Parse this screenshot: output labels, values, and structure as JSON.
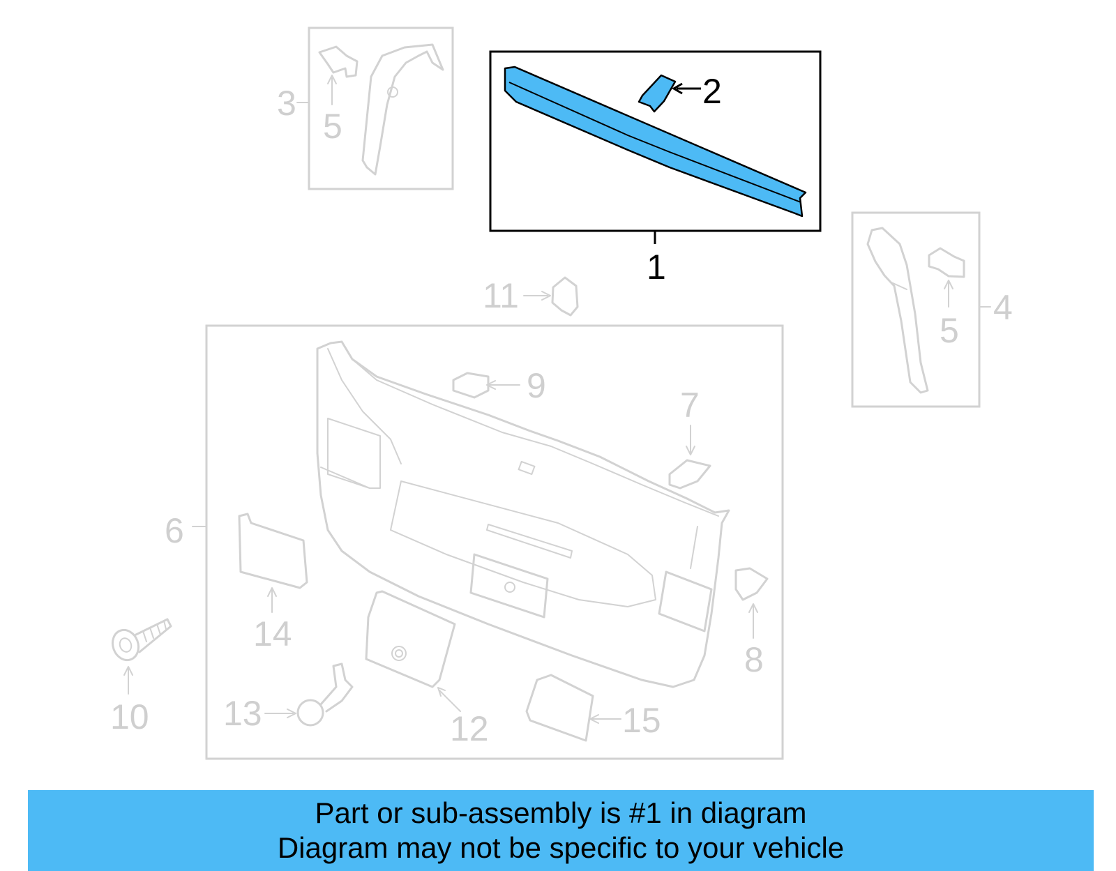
{
  "callouts": {
    "c1": "1",
    "c2": "2",
    "c3": "3",
    "c4": "4",
    "c5a": "5",
    "c5b": "5",
    "c6": "6",
    "c7": "7",
    "c8": "8",
    "c9": "9",
    "c10": "10",
    "c11": "11",
    "c12": "12",
    "c13": "13",
    "c14": "14",
    "c15": "15"
  },
  "banner": {
    "line1": "Part or sub-assembly is #1 in diagram",
    "line2": "Diagram may not be specific to your vehicle"
  },
  "colors": {
    "highlight": "#4dbaf5",
    "muted_parts": "#d2d2d2",
    "highlight_outline": "#000000"
  }
}
